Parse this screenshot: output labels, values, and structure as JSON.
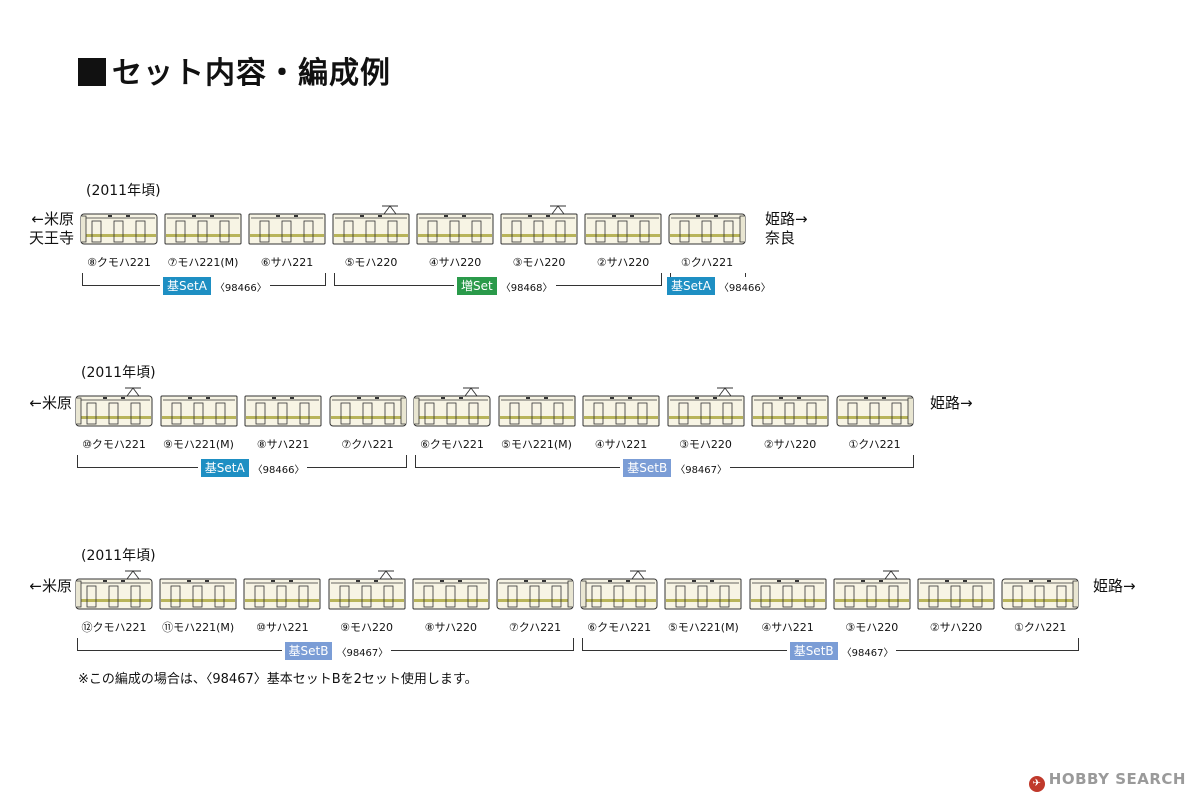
{
  "title": "セット内容・編成例",
  "colors": {
    "setA": "#1e8fc3",
    "setB": "#7b9dd6",
    "setZou": "#2a9a4a",
    "stripe": "#b8b45a",
    "body": "#f7f4e4"
  },
  "formations": [
    {
      "era": "(2011年頃)",
      "left_dir": "←米原\n天王寺",
      "right_dir": "姫路→\n奈良",
      "cars": [
        {
          "label": "⑧クモハ221",
          "pantograph": false,
          "cab": "left"
        },
        {
          "label": "⑦モハ221(M)",
          "pantograph": false,
          "cab": "none"
        },
        {
          "label": "⑥サハ221",
          "pantograph": false,
          "cab": "none"
        },
        {
          "label": "⑤モハ220",
          "pantograph": true,
          "cab": "none"
        },
        {
          "label": "④サハ220",
          "pantograph": false,
          "cab": "none"
        },
        {
          "label": "③モハ220",
          "pantograph": true,
          "cab": "none"
        },
        {
          "label": "②サハ220",
          "pantograph": false,
          "cab": "none"
        },
        {
          "label": "①クハ221",
          "pantograph": false,
          "cab": "right"
        }
      ],
      "sets": [
        {
          "badge": "基SetA",
          "number": "〈98466〉",
          "color": "setA",
          "from": 0,
          "to": 2
        },
        {
          "badge": "増Set",
          "number": "〈98468〉",
          "color": "setZou",
          "from": 3,
          "to": 6
        },
        {
          "badge": "基SetA",
          "number": "〈98466〉",
          "color": "setA",
          "from": 7,
          "to": 7
        }
      ]
    },
    {
      "era": "(2011年頃)",
      "left_dir": "←米原",
      "right_dir": "姫路→",
      "cars": [
        {
          "label": "⑩クモハ221",
          "pantograph": true,
          "cab": "left"
        },
        {
          "label": "⑨モハ221(M)",
          "pantograph": false,
          "cab": "none"
        },
        {
          "label": "⑧サハ221",
          "pantograph": false,
          "cab": "none"
        },
        {
          "label": "⑦クハ221",
          "pantograph": false,
          "cab": "right"
        },
        {
          "label": "⑥クモハ221",
          "pantograph": true,
          "cab": "left"
        },
        {
          "label": "⑤モハ221(M)",
          "pantograph": false,
          "cab": "none"
        },
        {
          "label": "④サハ221",
          "pantograph": false,
          "cab": "none"
        },
        {
          "label": "③モハ220",
          "pantograph": true,
          "cab": "none"
        },
        {
          "label": "②サハ220",
          "pantograph": false,
          "cab": "none"
        },
        {
          "label": "①クハ221",
          "pantograph": false,
          "cab": "right"
        }
      ],
      "sets": [
        {
          "badge": "基SetA",
          "number": "〈98466〉",
          "color": "setA",
          "from": 0,
          "to": 3
        },
        {
          "badge": "基SetB",
          "number": "〈98467〉",
          "color": "setB",
          "from": 4,
          "to": 9
        }
      ]
    },
    {
      "era": "(2011年頃)",
      "left_dir": "←米原",
      "right_dir": "姫路→",
      "cars": [
        {
          "label": "⑫クモハ221",
          "pantograph": true,
          "cab": "left"
        },
        {
          "label": "⑪モハ221(M)",
          "pantograph": false,
          "cab": "none"
        },
        {
          "label": "⑩サハ221",
          "pantograph": false,
          "cab": "none"
        },
        {
          "label": "⑨モハ220",
          "pantograph": true,
          "cab": "none"
        },
        {
          "label": "⑧サハ220",
          "pantograph": false,
          "cab": "none"
        },
        {
          "label": "⑦クハ221",
          "pantograph": false,
          "cab": "right"
        },
        {
          "label": "⑥クモハ221",
          "pantograph": true,
          "cab": "left"
        },
        {
          "label": "⑤モハ221(M)",
          "pantograph": false,
          "cab": "none"
        },
        {
          "label": "④サハ221",
          "pantograph": false,
          "cab": "none"
        },
        {
          "label": "③モハ220",
          "pantograph": true,
          "cab": "none"
        },
        {
          "label": "②サハ220",
          "pantograph": false,
          "cab": "none"
        },
        {
          "label": "①クハ221",
          "pantograph": false,
          "cab": "right"
        }
      ],
      "sets": [
        {
          "badge": "基SetB",
          "number": "〈98467〉",
          "color": "setB",
          "from": 0,
          "to": 5
        },
        {
          "badge": "基SetB",
          "number": "〈98467〉",
          "color": "setB",
          "from": 6,
          "to": 11
        }
      ]
    }
  ],
  "note": "※この編成の場合は、〈98467〉基本セットBを2セット使用します。",
  "watermark": "HOBBY SEARCH"
}
